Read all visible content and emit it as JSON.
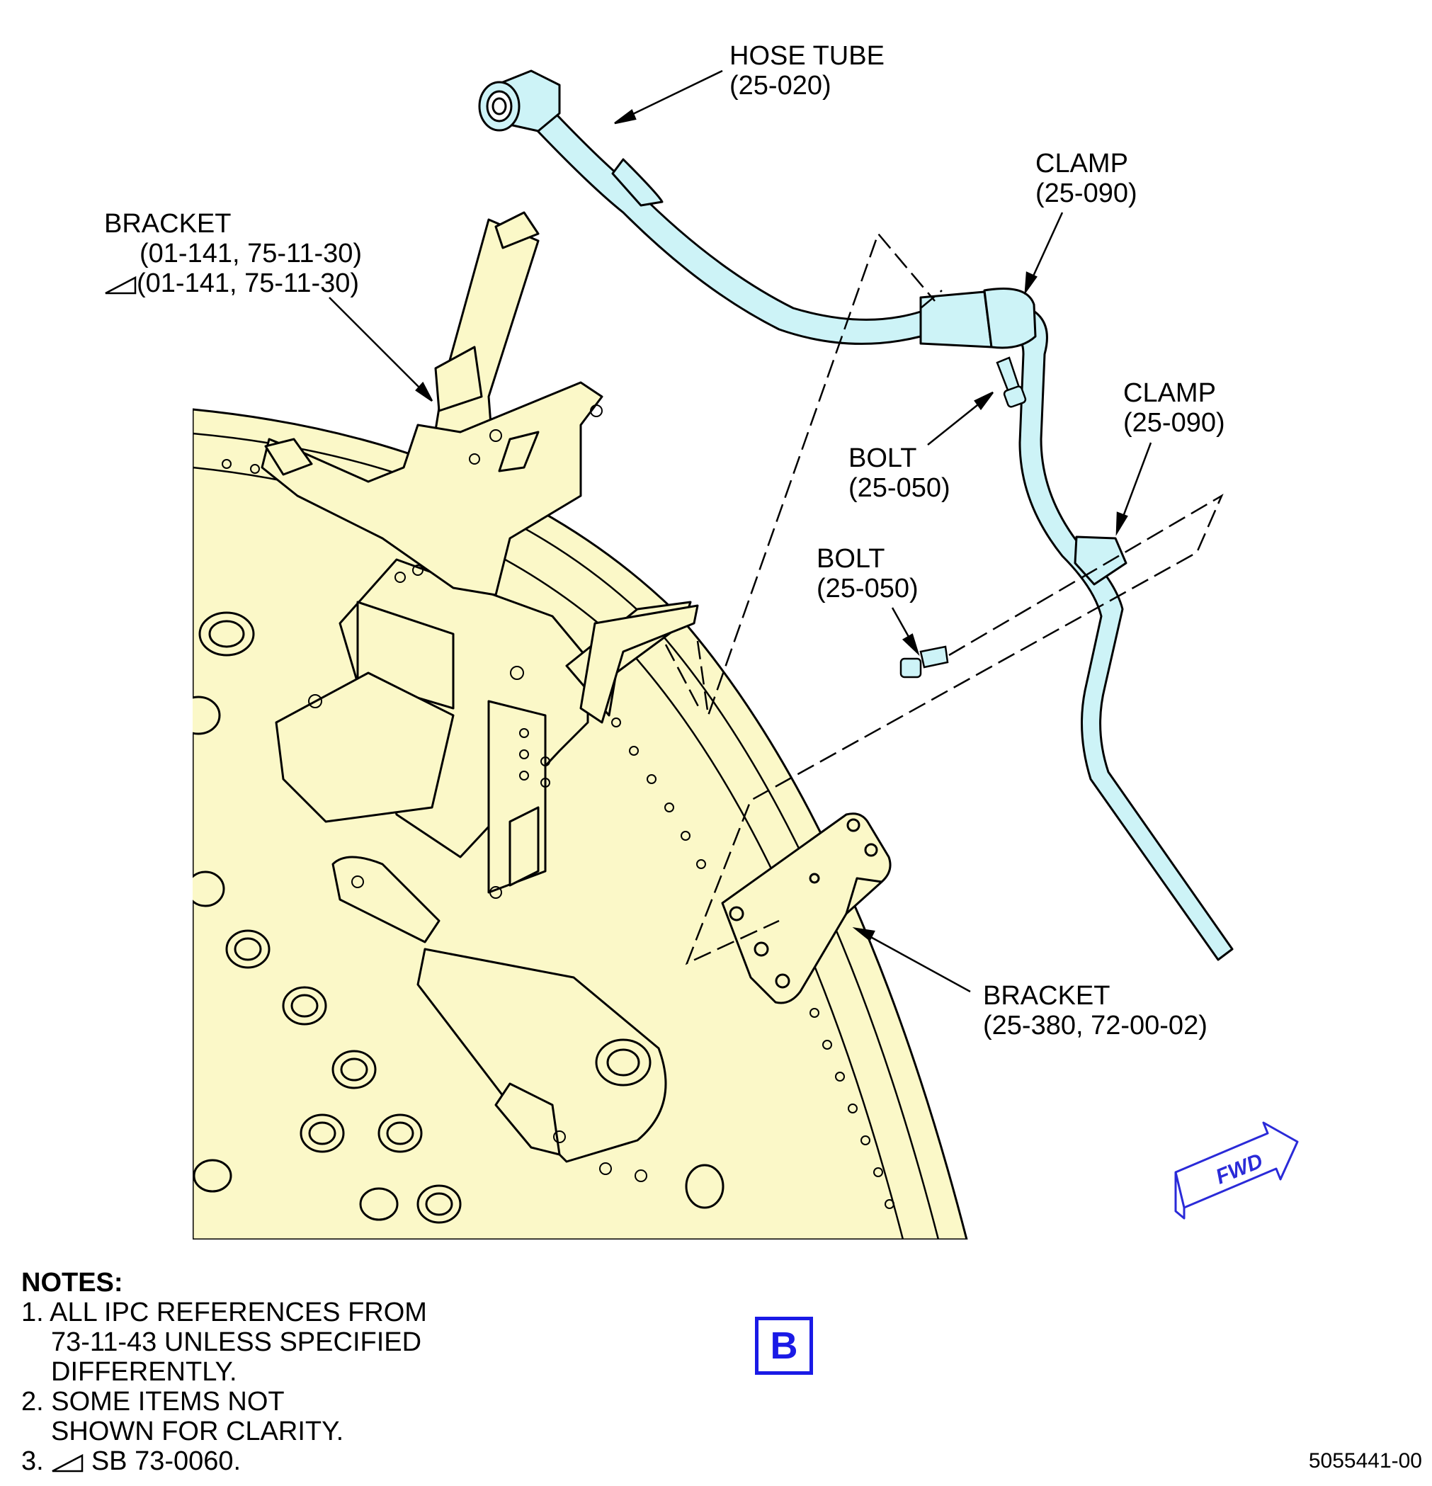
{
  "callouts": {
    "hose_tube": {
      "name": "HOSE TUBE",
      "ref": "(25-020)"
    },
    "clamp_upper": {
      "name": "CLAMP",
      "ref": "(25-090)"
    },
    "clamp_lower": {
      "name": "CLAMP",
      "ref": "(25-090)"
    },
    "bolt_upper": {
      "name": "BOLT",
      "ref": "(25-050)"
    },
    "bolt_lower": {
      "name": "BOLT",
      "ref": "(25-050)"
    },
    "bracket_upper": {
      "name": "BRACKET",
      "ref": "(01-141, 75-11-30)",
      "ref_alt": "(01-141, 75-11-30)"
    },
    "bracket_lower": {
      "name": "BRACKET",
      "ref": "(25-380, 72-00-02)"
    }
  },
  "view_label": "B",
  "fwd_label": "FWD",
  "notes": {
    "heading": "NOTES:",
    "n1a": "1. ALL IPC REFERENCES FROM",
    "n1b": "73-11-43 UNLESS SPECIFIED",
    "n1c": "DIFFERENTLY.",
    "n2a": "2. SOME ITEMS NOT",
    "n2b": "SHOWN FOR CLARITY.",
    "n3_prefix": "3.",
    "n3_text": "SB 73-0060."
  },
  "doc_id": "5055441-00",
  "colors": {
    "hose": "#cdf3f7",
    "engine_case": "#fbf8c8",
    "accent": "#1a1ae6"
  }
}
